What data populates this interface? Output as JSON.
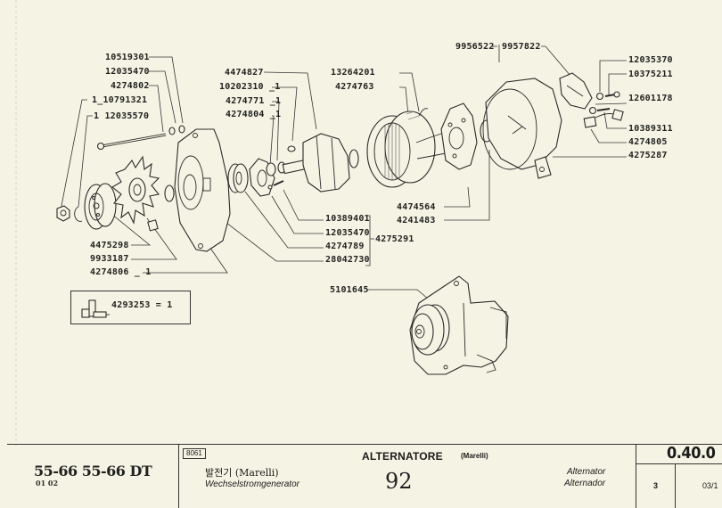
{
  "page": {
    "type": "exploded parts diagram",
    "subject": "Alternator (Marelli)"
  },
  "part_numbers": {
    "top_left": [
      "10519301",
      "12035470",
      "4274802",
      "1_10791321",
      "1 12035570"
    ],
    "top_center": [
      "4474827",
      "10202310 _1",
      "4274771 _1",
      "4274804 _1"
    ],
    "top_center_right": [
      "13264201",
      "4274763"
    ],
    "top_right_pair": [
      "9956522",
      "9957822"
    ],
    "right": [
      "12035370",
      "10375211",
      "12601178",
      "10389311",
      "4274805",
      "4275287"
    ],
    "center_lower_right": [
      "4474564",
      "4241483"
    ],
    "center_lower": [
      "10389401",
      "12035470",
      "4274789",
      "28042730"
    ],
    "bracket_group": "4275291",
    "left_lower": [
      "4475298",
      "9933187",
      "4274806 _ 1"
    ],
    "assembly": "5101645",
    "kit": "4293253 = 1"
  },
  "title_block": {
    "models": "55-66  55-66 DT",
    "model_sub": "01 02",
    "code": "8061",
    "korean": "발전기 (Marelli)",
    "german": "Wechselstromgenerator",
    "title": "ALTERNATORE",
    "title_sub": "(Marelli)",
    "handwritten": "92",
    "english": "Alternator",
    "spanish": "Alternador",
    "ref": "0.40.0",
    "page": "3",
    "date": "03/1"
  }
}
